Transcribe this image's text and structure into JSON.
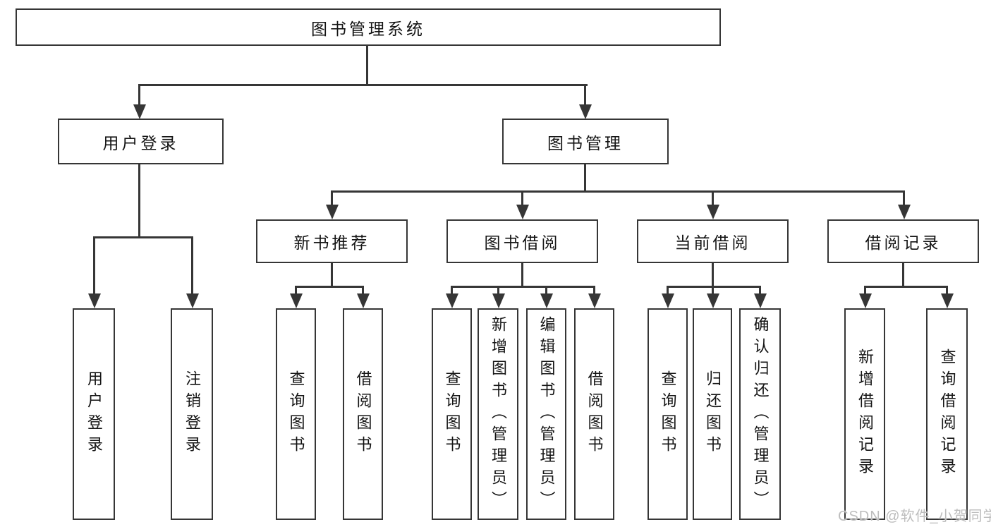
{
  "diagram": {
    "root": "图书管理系统",
    "branches": [
      {
        "label": "用户登录",
        "children": [
          "用户登录",
          "注销登录"
        ]
      },
      {
        "label": "图书管理",
        "children": [
          {
            "label": "新书推荐",
            "children": [
              "查询图书",
              "借阅图书"
            ]
          },
          {
            "label": "图书借阅",
            "children": [
              "查询图书",
              "新增图书（管理员）",
              "编辑图书（管理员）",
              "借阅图书"
            ]
          },
          {
            "label": "当前借阅",
            "children": [
              "查询图书",
              "归还图书",
              "确认归还（管理员）"
            ]
          },
          {
            "label": "借阅记录",
            "children": [
              "新增借阅记录",
              "查询借阅记录"
            ]
          }
        ]
      }
    ]
  },
  "watermark": "CSDN @软件_小贺同学",
  "colors": {
    "line": "#363636",
    "text": "#141414",
    "watermark": "#bdbdbd",
    "background": "#ffffff"
  }
}
